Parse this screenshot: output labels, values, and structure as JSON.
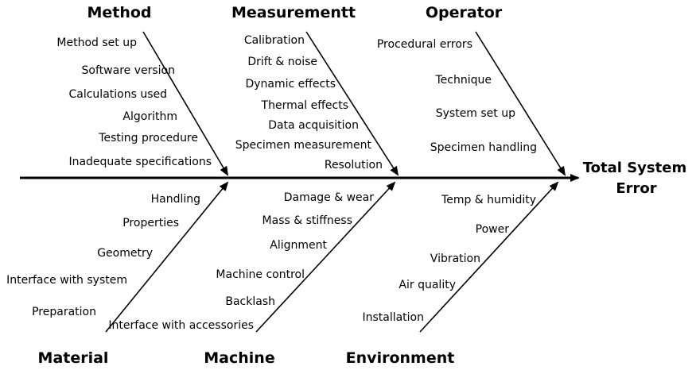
{
  "effect": {
    "line1": "Total System",
    "line2": "Error"
  },
  "top_categories": [
    {
      "name": "Method",
      "causes": [
        "Method set up",
        "Software version",
        "Calculations used",
        "Algorithm",
        "Testing procedure",
        "Inadequate specifications"
      ]
    },
    {
      "name": "Measurementt",
      "causes": [
        "Calibration",
        "Drift & noise",
        "Dynamic effects",
        "Thermal effects",
        "Data acquisition",
        "Specimen measurement",
        "Resolution"
      ]
    },
    {
      "name": "Operator",
      "causes": [
        "Procedural errors",
        "Technique",
        "System set up",
        "Specimen handling"
      ]
    }
  ],
  "bottom_categories": [
    {
      "name": "Material",
      "causes": [
        "Handling",
        "Properties",
        "Geometry",
        "Interface with system",
        "Preparation"
      ]
    },
    {
      "name": "Machine",
      "causes": [
        "Damage & wear",
        "Mass & stiffness",
        "Alignment",
        "Machine control",
        "Backlash",
        "Interface with accessories"
      ]
    },
    {
      "name": "Environment",
      "causes": [
        "Temp & humidity",
        "Power",
        "Vibration",
        "Air quality",
        "Installation"
      ]
    }
  ]
}
